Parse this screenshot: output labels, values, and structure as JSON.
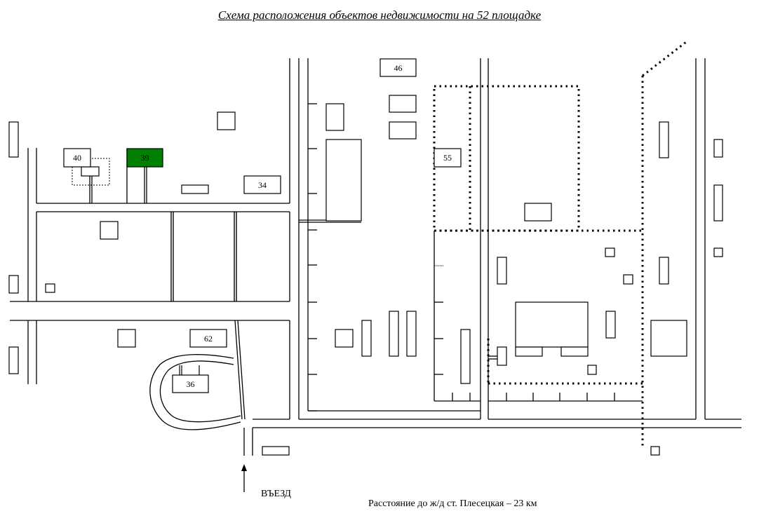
{
  "title": "Схема расположения объектов недвижимости на 52 площадке",
  "buildings": {
    "b46": "46",
    "b40": "40",
    "b39": "39",
    "b34": "34",
    "b55": "55",
    "b62": "62",
    "b36": "36"
  },
  "entrance_label": "ВЪЕЗД",
  "distance_note": "Расстояние до ж/д ст. Плесецкая – 23 км",
  "colors": {
    "highlight": "#008000",
    "line": "#000000",
    "background": "#ffffff"
  }
}
